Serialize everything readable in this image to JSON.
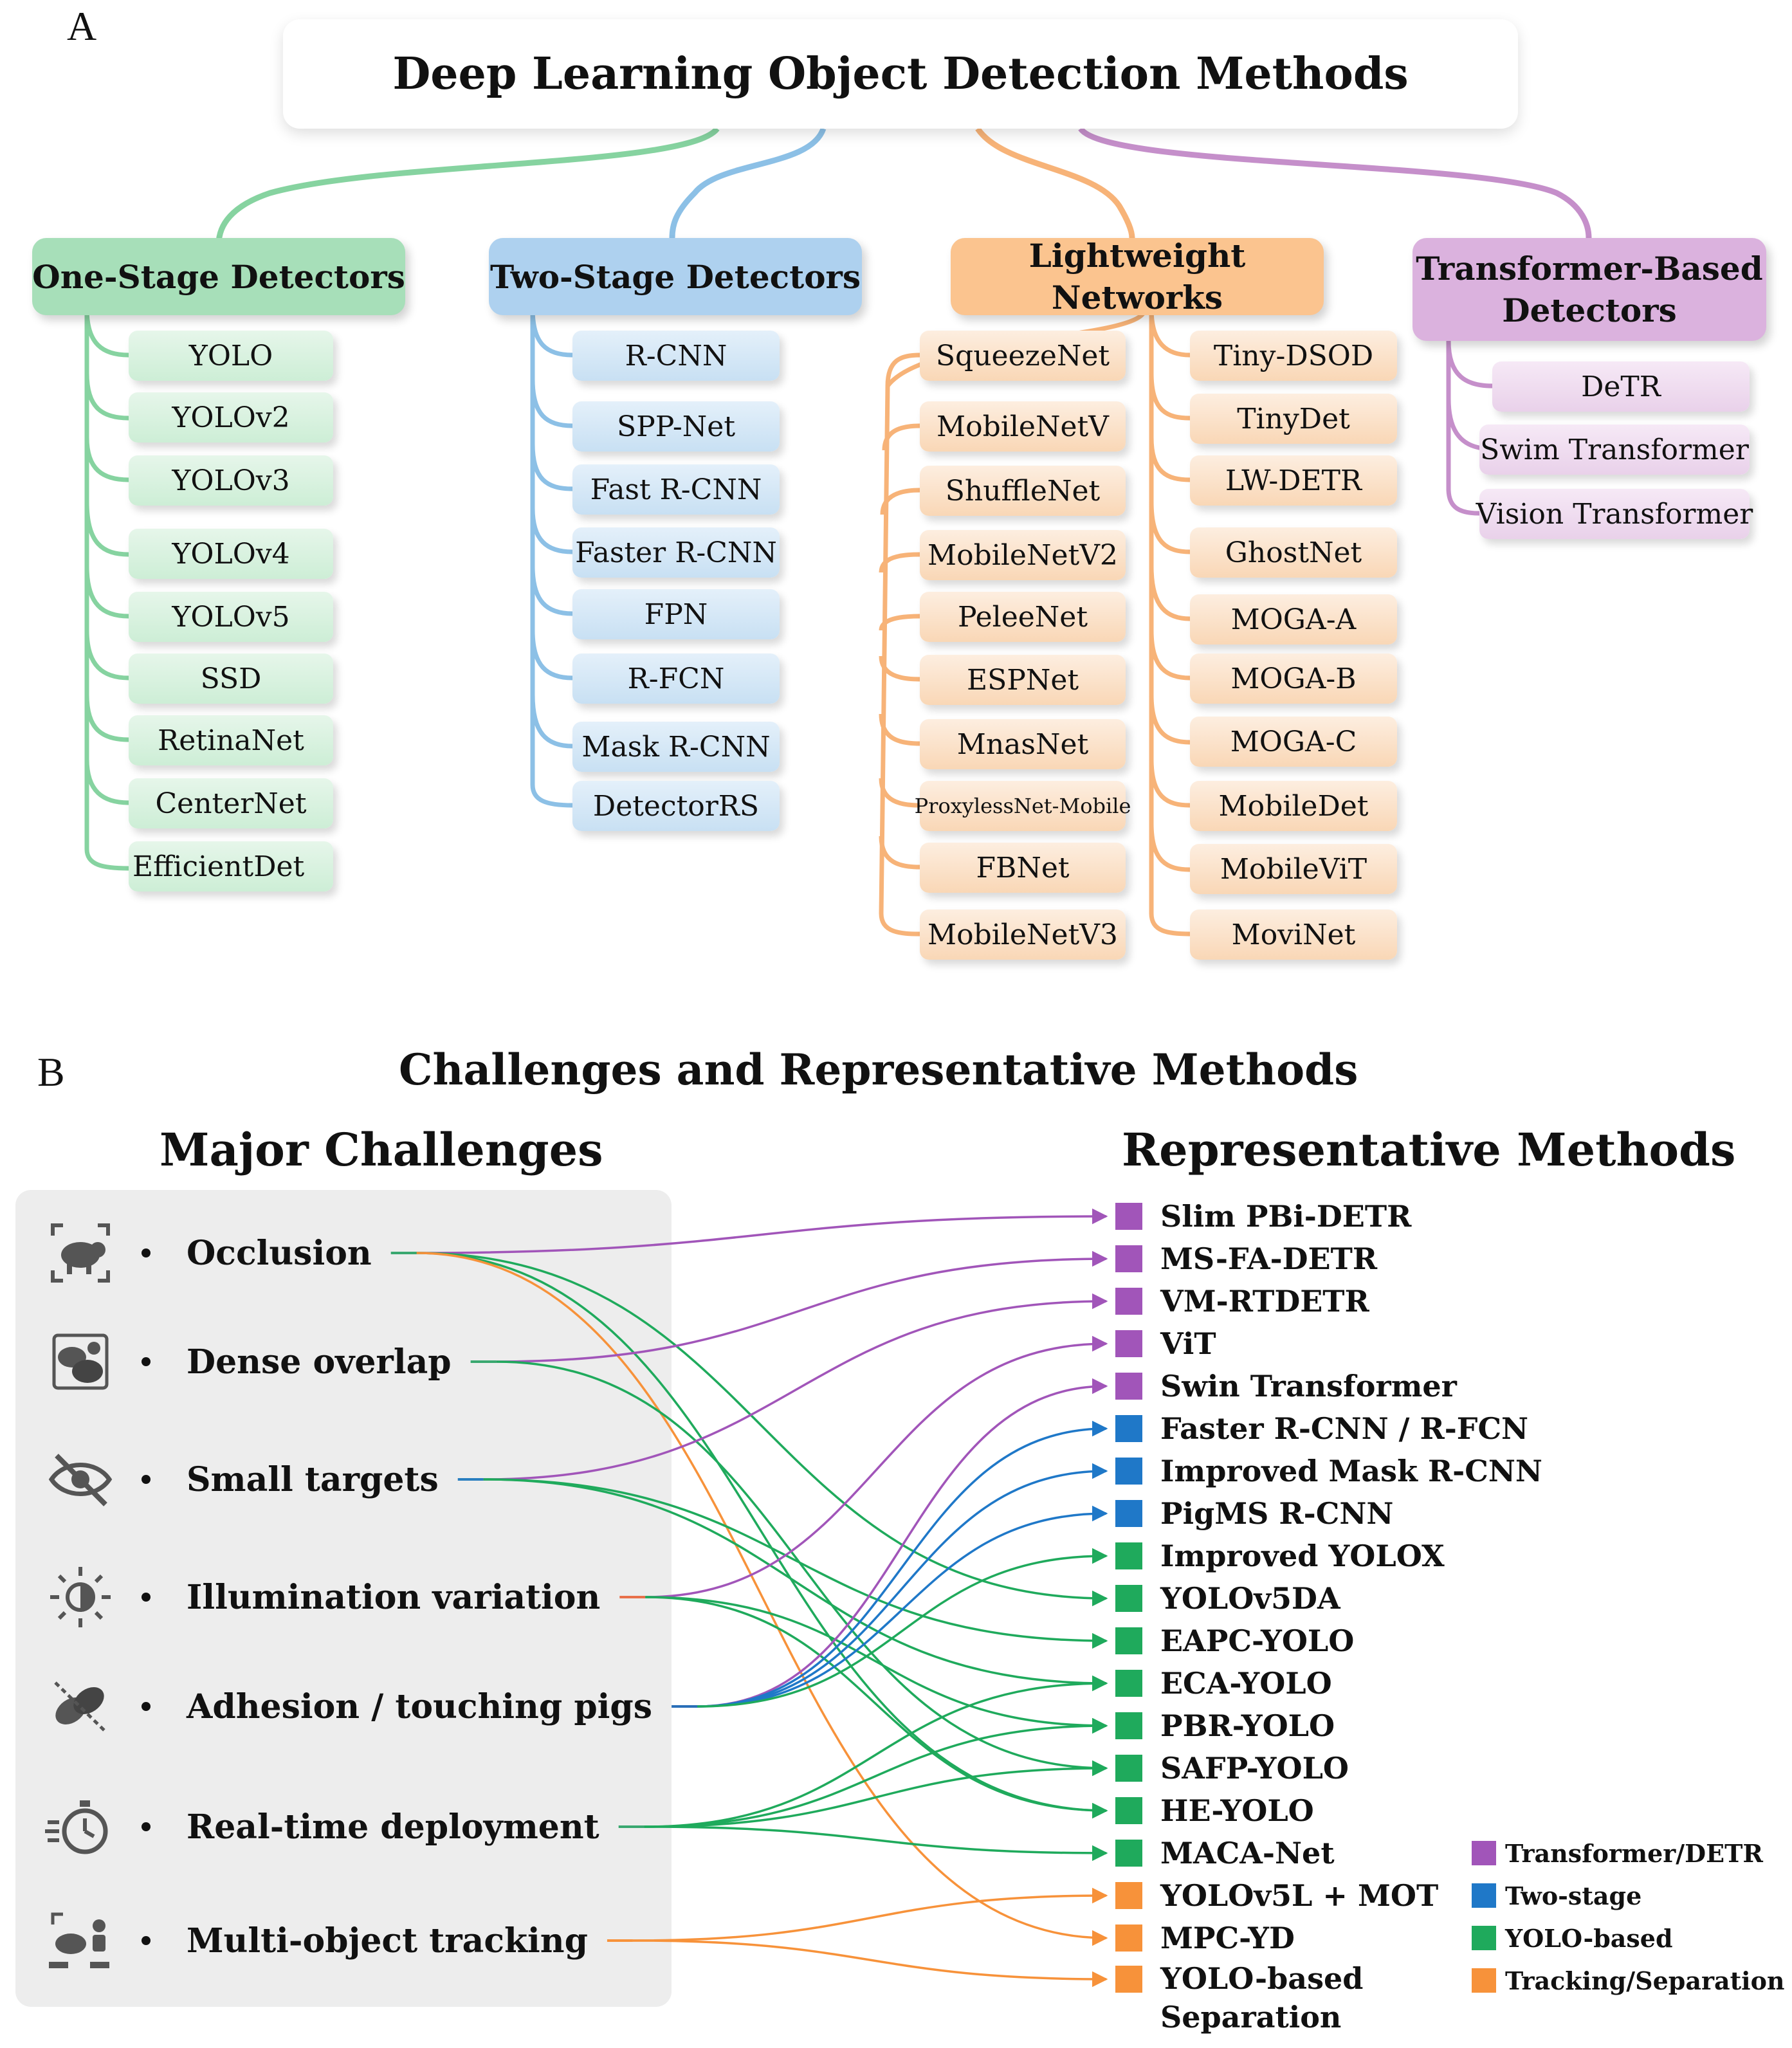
{
  "panel_a": {
    "letter": "A",
    "title": "Deep Learning Object Detection Methods",
    "categories": [
      {
        "title": "One-Stage Detectors",
        "items": [
          "YOLO",
          "YOLOv2",
          "YOLOv3",
          "YOLOv4",
          "YOLOv5",
          "SSD",
          "RetinaNet",
          "CenterNet",
          "EfficientDet"
        ]
      },
      {
        "title": "Two-Stage Detectors",
        "items": [
          "R-CNN",
          "SPP-Net",
          "Fast R-CNN",
          "Faster R-CNN",
          "FPN",
          "R-FCN",
          "Mask R-CNN",
          "DetectorRS"
        ]
      },
      {
        "title": "Lightweight Networks",
        "items_left": [
          "SqueezeNet",
          "MobileNetV",
          "ShuffleNet",
          "MobileNetV2",
          "PeleeNet",
          "ESPNet",
          "MnasNet",
          "ProxylessNet-Mobile",
          "FBNet",
          "MobileNetV3"
        ],
        "items_right": [
          "Tiny-DSOD",
          "TinyDet",
          "LW-DETR",
          "GhostNet",
          "MOGA-A",
          "MOGA-B",
          "MOGA-C",
          "MobileDet",
          "MobileViT",
          "MoviNet"
        ]
      },
      {
        "title_line1": "Transformer-Based",
        "title_line2": "Detectors",
        "items": [
          "DeTR",
          "Swim Transformer",
          "Vision Transformer"
        ]
      }
    ],
    "colors": {
      "one_stage": "#86d3a0",
      "two_stage": "#8cc0e6",
      "lightweight": "#f7b378",
      "transformer": "#c58fca"
    }
  },
  "panel_b": {
    "letter": "B",
    "title": "Challenges and Representative Methods",
    "challenges_heading": "Major Challenges",
    "methods_heading": "Representative Methods",
    "challenges": [
      {
        "label": "Occlusion",
        "icon": "pig-occlusion-icon"
      },
      {
        "label": "Dense overlap",
        "icon": "dense-pigs-icon"
      },
      {
        "label": "Small targets",
        "icon": "eye-slash-icon"
      },
      {
        "label": "Illumination variation",
        "icon": "brightness-icon"
      },
      {
        "label": "Adhesion / touching pigs",
        "icon": "touching-pigs-icon"
      },
      {
        "label": "Real-time deployment",
        "icon": "stopwatch-icon"
      },
      {
        "label": "Multi-object tracking",
        "icon": "tracking-pigs-icon"
      }
    ],
    "methods": [
      {
        "label": "Slim PBi-DETR",
        "group": "transformer"
      },
      {
        "label": "MS-FA-DETR",
        "group": "transformer"
      },
      {
        "label": "VM-RTDETR",
        "group": "transformer"
      },
      {
        "label": "ViT",
        "group": "transformer"
      },
      {
        "label": "Swin Transformer",
        "group": "transformer"
      },
      {
        "label": "Faster R-CNN / R-FCN",
        "group": "twostage"
      },
      {
        "label": "Improved Mask R-CNN",
        "group": "twostage"
      },
      {
        "label": "PigMS R-CNN",
        "group": "twostage"
      },
      {
        "label": "Improved YOLOX",
        "group": "yolo"
      },
      {
        "label": "YOLOv5DA",
        "group": "yolo"
      },
      {
        "label": "EAPC-YOLO",
        "group": "yolo"
      },
      {
        "label": "ECA-YOLO",
        "group": "yolo"
      },
      {
        "label": "PBR-YOLO",
        "group": "yolo"
      },
      {
        "label": "SAFP-YOLO",
        "group": "yolo"
      },
      {
        "label": "HE-YOLO",
        "group": "yolo"
      },
      {
        "label": "MACA-Net",
        "group": "yolo"
      },
      {
        "label": "YOLOv5L + MOT",
        "group": "tracking"
      },
      {
        "label": "MPC-YD",
        "group": "tracking"
      },
      {
        "label": "YOLO-based",
        "label2": "Separation",
        "group": "tracking"
      }
    ],
    "legend": [
      {
        "label": "Transformer/DETR",
        "color": "#a155b9"
      },
      {
        "label": "Two-stage",
        "color": "#1f78c8"
      },
      {
        "label": "YOLO-based",
        "color": "#1faa5c"
      },
      {
        "label": "Tracking/Separation",
        "color": "#f7923a"
      }
    ],
    "group_colors": {
      "transformer": "#a155b9",
      "twostage": "#1f78c8",
      "yolo": "#1faa5c",
      "tracking": "#f7923a"
    },
    "challenge_colors": [
      "#3aa870",
      "#3aa870",
      "#2a7fc0",
      "#e8704a",
      "#2a6fb8",
      "#3aa870",
      "#f7923a"
    ],
    "links": [
      {
        "from": 0,
        "to": 0,
        "group": "transformer"
      },
      {
        "from": 0,
        "to": 9,
        "group": "yolo"
      },
      {
        "from": 0,
        "to": 14,
        "group": "yolo"
      },
      {
        "from": 0,
        "to": 17,
        "group": "tracking"
      },
      {
        "from": 1,
        "to": 1,
        "group": "transformer"
      },
      {
        "from": 1,
        "to": 13,
        "group": "yolo"
      },
      {
        "from": 2,
        "to": 2,
        "group": "transformer"
      },
      {
        "from": 2,
        "to": 10,
        "group": "yolo"
      },
      {
        "from": 2,
        "to": 11,
        "group": "yolo"
      },
      {
        "from": 3,
        "to": 3,
        "group": "transformer"
      },
      {
        "from": 3,
        "to": 12,
        "group": "yolo"
      },
      {
        "from": 3,
        "to": 14,
        "group": "yolo"
      },
      {
        "from": 4,
        "to": 4,
        "group": "transformer"
      },
      {
        "from": 4,
        "to": 5,
        "group": "twostage"
      },
      {
        "from": 4,
        "to": 6,
        "group": "twostage"
      },
      {
        "from": 4,
        "to": 7,
        "group": "twostage"
      },
      {
        "from": 4,
        "to": 8,
        "group": "yolo"
      },
      {
        "from": 5,
        "to": 11,
        "group": "yolo"
      },
      {
        "from": 5,
        "to": 12,
        "group": "yolo"
      },
      {
        "from": 5,
        "to": 13,
        "group": "yolo"
      },
      {
        "from": 5,
        "to": 15,
        "group": "yolo"
      },
      {
        "from": 6,
        "to": 16,
        "group": "tracking"
      },
      {
        "from": 6,
        "to": 18,
        "group": "tracking"
      }
    ]
  }
}
